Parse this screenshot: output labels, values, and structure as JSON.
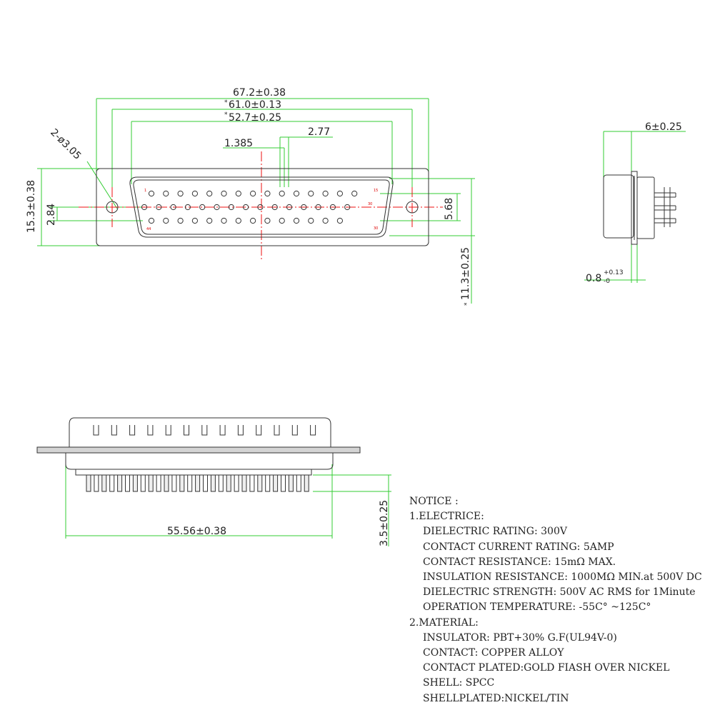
{
  "colors": {
    "dimension_line": "#33cc33",
    "center_line": "#ee1111",
    "outline": "#333333",
    "pin_label": "#dd0000"
  },
  "front_view": {
    "dim_overall_width": "67.2±0.38",
    "dim_mount_hole_spacing": "61.0±0.13",
    "dim_mount_hole_spacing_mark": "*",
    "dim_shell_width": "52.7±0.25",
    "dim_shell_width_mark": "*",
    "dim_pin_pitch": "2.77",
    "dim_half_pitch": "1.385",
    "dim_mount_holes": "2-ø3.05",
    "dim_overall_height": "15.3±0.38",
    "dim_row_spacing": "2.84",
    "dim_outer_row_spacing": "5.68",
    "dim_shell_height": "11.3±0.25",
    "dim_shell_height_mark": "*",
    "pin_labels": {
      "top_left": "1",
      "top_right": "15",
      "middle_right": "30",
      "bottom_left": "44",
      "bottom_right": "30"
    }
  },
  "side_view": {
    "dim_depth": "6±0.25",
    "dim_flange": "0.8",
    "dim_flange_tol_upper": "+0.13",
    "dim_flange_tol_lower": "-0"
  },
  "bottom_view": {
    "dim_pin_field_width": "55.56±0.38",
    "dim_tail_length": "3.5±0.25"
  },
  "notice": {
    "title": "NOTICE :",
    "sections": [
      {
        "heading": "1.ELECTRICE:",
        "items": [
          "DIELECTRIC RATING: 300V",
          "CONTACT CURRENT RATING: 5AMP",
          "CONTACT RESISTANCE: 15mΩ MAX.",
          "INSULATION RESISTANCE: 1000MΩ MIN.at 500V DC",
          "DIELECTRIC STRENGTH: 500V AC RMS for 1Minute",
          "OPERATION TEMPERATURE: -55C° ~125C°"
        ]
      },
      {
        "heading": "2.MATERIAL:",
        "items": [
          "INSULATOR: PBT+30% G.F(UL94V-0)",
          "CONTACT: COPPER ALLOY",
          "CONTACT PLATED:GOLD FIASH OVER NICKEL",
          "SHELL: SPCC",
          "SHELLPLATED:NICKEL/TIN"
        ]
      }
    ]
  }
}
